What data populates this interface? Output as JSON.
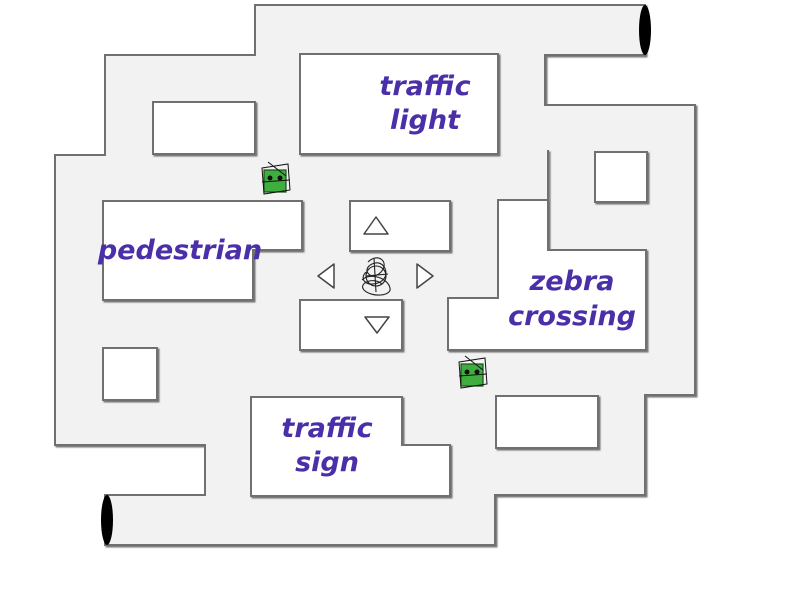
{
  "game": {
    "type": "maze",
    "colors": {
      "corridor": "#f2f2f2",
      "wall": "#707070",
      "block": "#ffffff",
      "label": "#4a2fa8",
      "tunnel": "#000000"
    },
    "answer_boxes": [
      {
        "id": "traffic-light",
        "lines": [
          "traffic",
          "light"
        ]
      },
      {
        "id": "pedestrian",
        "lines": [
          "pedestrian"
        ]
      },
      {
        "id": "zebra-crossing",
        "lines": [
          "zebra",
          "crossing"
        ]
      },
      {
        "id": "traffic-sign",
        "lines": [
          "traffic",
          "sign"
        ]
      }
    ],
    "controls": {
      "up": "up-arrow-icon",
      "down": "down-arrow-icon",
      "left": "left-arrow-icon",
      "right": "right-arrow-icon"
    },
    "player": "player-scribble-icon",
    "enemies": [
      "green-monster-icon",
      "green-monster-icon"
    ]
  }
}
